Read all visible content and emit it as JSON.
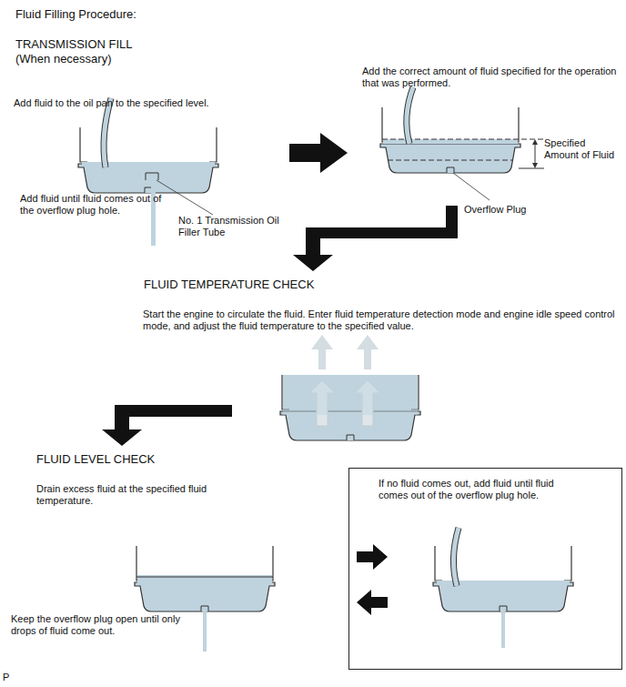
{
  "diagram": {
    "title": "Fluid Filling Procedure:",
    "nodes": [
      {
        "text": [
          "If no fluid comes out, add fluid until fluid comes out of the overflow plug hole."
        ]
      }
    ],
    "labels": [
      "TRANSMISSION FILL",
      "(When necessary)",
      "Add fluid to the oil pan to the specified level.",
      "Add fluid until fluid comes out of the overflow plug hole.",
      "No. 1 Transmission Oil Filler Tube",
      "Add the correct amount of fluid specified for the operation that was performed.",
      "Specified Amount of Fluid",
      "Overflow Plug",
      "FLUID TEMPERATURE CHECK",
      "Start the engine to circulate the fluid. Enter fluid temperature detection mode and engine idle speed control mode, and adjust the fluid temperature to the specified value.",
      "FLUID LEVEL CHECK",
      "Drain excess fluid at the specified fluid temperature.",
      "Keep the overflow plug open until only drops of fluid come out.",
      "P"
    ]
  }
}
